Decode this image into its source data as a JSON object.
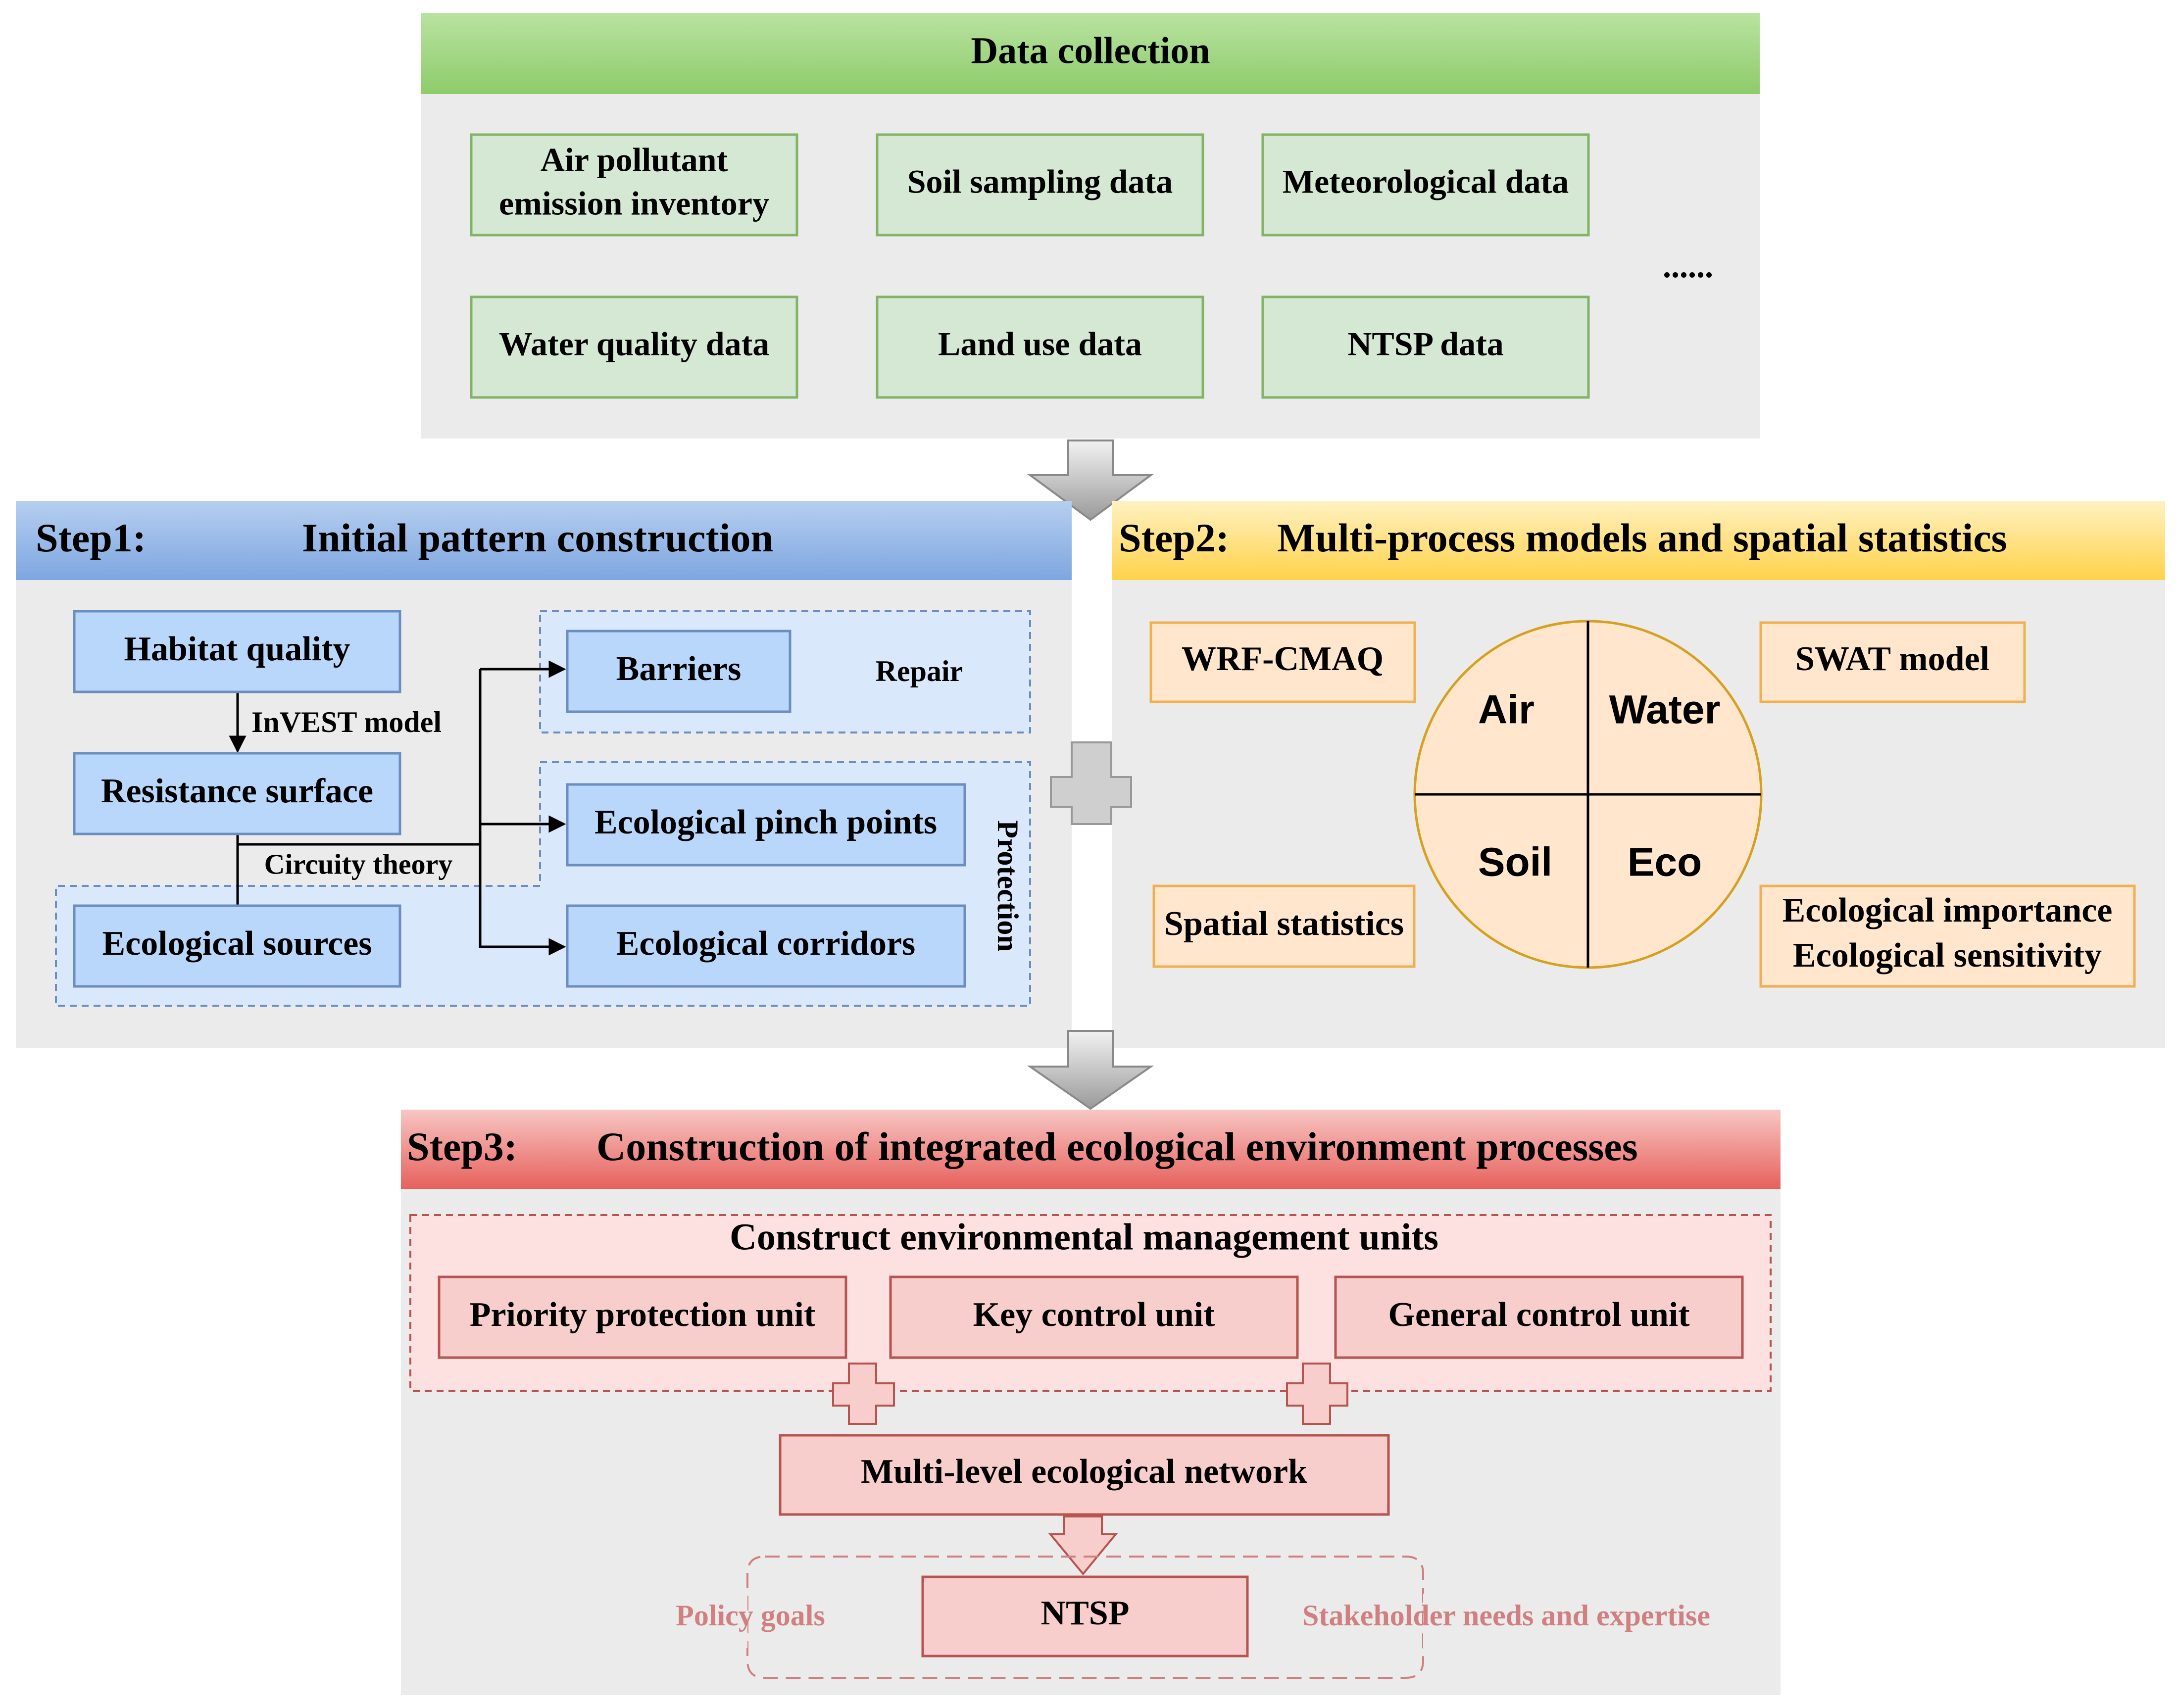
{
  "data_collection": {
    "title": "Data collection",
    "items": [
      {
        "lines": [
          "Air pollutant",
          "emission inventory"
        ]
      },
      {
        "lines": [
          "Soil sampling data"
        ]
      },
      {
        "lines": [
          "Meteorological data"
        ]
      },
      {
        "lines": [
          "Water quality data"
        ]
      },
      {
        "lines": [
          "Land use data"
        ]
      },
      {
        "lines": [
          "NTSP data"
        ]
      }
    ],
    "ellipsis": "......"
  },
  "step1": {
    "label": "Step1:",
    "title": "Initial pattern construction",
    "habitat_quality": "Habitat quality",
    "invest_model": "InVEST model",
    "resistance_surface": "Resistance surface",
    "circuity_theory": "Circuity theory",
    "ecological_sources": "Ecological sources",
    "barriers": "Barriers",
    "repair": "Repair",
    "pinch_points": "Ecological pinch points",
    "corridors": "Ecological corridors",
    "protection": "Protection"
  },
  "step2": {
    "label": "Step2:",
    "title": "Multi-process models and spatial statistics",
    "wrf": "WRF-CMAQ",
    "swat": "SWAT model",
    "spatial_statistics": "Spatial statistics",
    "importance_lines": [
      "Ecological importance",
      "Ecological sensitivity"
    ],
    "quadrants": {
      "air": "Air",
      "water": "Water",
      "soil": "Soil",
      "eco": "Eco"
    }
  },
  "step3": {
    "label": "Step3:",
    "title": "Construction of integrated ecological environment processes",
    "units_title": "Construct environmental management units",
    "units": [
      "Priority protection unit",
      "Key control unit",
      "General control unit"
    ],
    "network": "Multi-level ecological network",
    "ntsp": "NTSP",
    "policy_goals": "Policy goals",
    "stakeholder": "Stakeholder needs and expertise"
  },
  "colors": {
    "green_header": "#9fd37f",
    "green_box": "#d5e8d4",
    "green_border": "#82b366",
    "blue_header": "#7ea6e0",
    "blue_box": "#b8d7fb",
    "blue_light": "#dae8fc",
    "orange_header": "#ffd966",
    "orange_box": "#ffe6cc",
    "orange_border": "#d6b656",
    "red_header": "#ea6b66",
    "red_box": "#f8cecc",
    "red_border": "#b85450",
    "panel_gray": "#ebebeb",
    "faded_red_text": "#d08080"
  }
}
